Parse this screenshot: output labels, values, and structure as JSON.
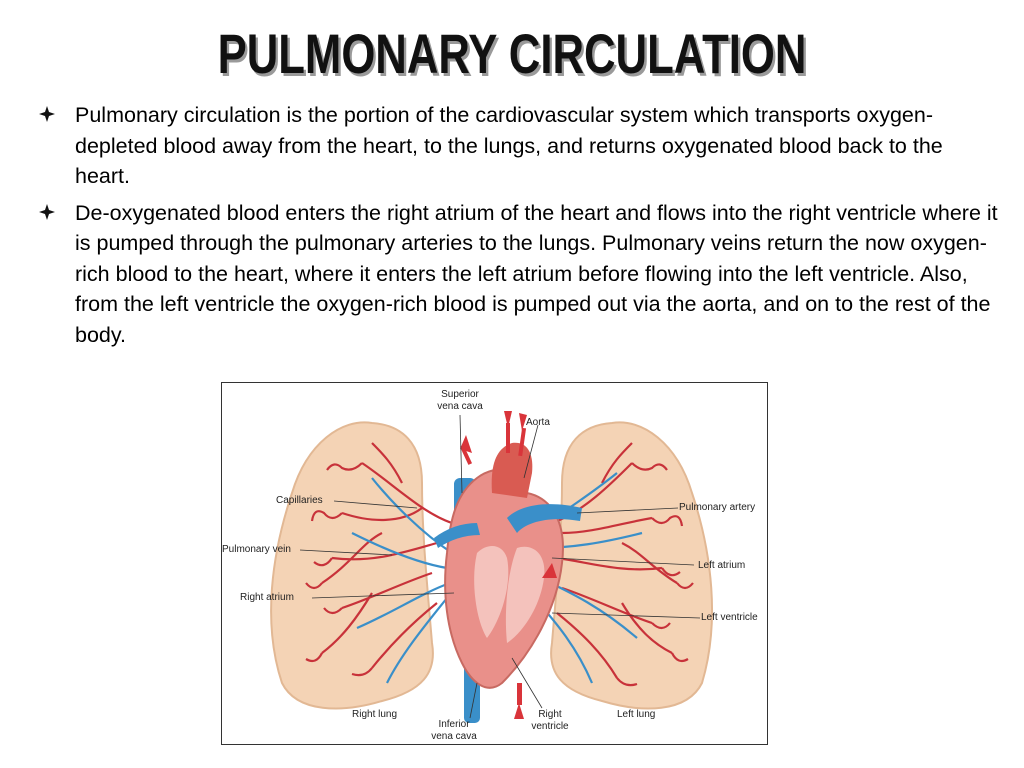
{
  "title": "PULMONARY CIRCULATION",
  "bullets": [
    {
      "icon": "diamond-bullet-icon",
      "text": "Pulmonary circulation is the portion of the cardiovascular system which transports oxygen-depleted blood away from the heart, to the lungs, and returns oxygenated blood back to the heart."
    },
    {
      "icon": "diamond-bullet-icon",
      "text": "De-oxygenated blood enters the right atrium of the heart and flows into the right ventricle where it is pumped through the pulmonary arteries to the lungs. Pulmonary veins return the now oxygen-rich blood to the heart, where it enters the left atrium before flowing into the left ventricle. Also, from the left ventricle the oxygen-rich blood is pumped out via the aorta, and on to the rest of the body."
    }
  ],
  "figure": {
    "labels": {
      "superior_vena_cava_1": "Superior",
      "superior_vena_cava_2": "vena cava",
      "aorta": "Aorta",
      "capillaries": "Capillaries",
      "pulmonary_artery": "Pulmonary artery",
      "pulmonary_vein": "Pulmonary vein",
      "left_atrium": "Left atrium",
      "right_atrium": "Right atrium",
      "left_ventricle": "Left ventricle",
      "right_lung": "Right lung",
      "inferior_vena_cava_1": "Inferior",
      "inferior_vena_cava_2": "vena cava",
      "right_ventricle_1": "Right",
      "right_ventricle_2": "ventricle",
      "left_lung": "Left lung"
    },
    "colors": {
      "lung": "#f4d3b5",
      "artery_red": "#c8323a",
      "vein_blue": "#3a8fc9",
      "heart": "#e9908a"
    }
  }
}
